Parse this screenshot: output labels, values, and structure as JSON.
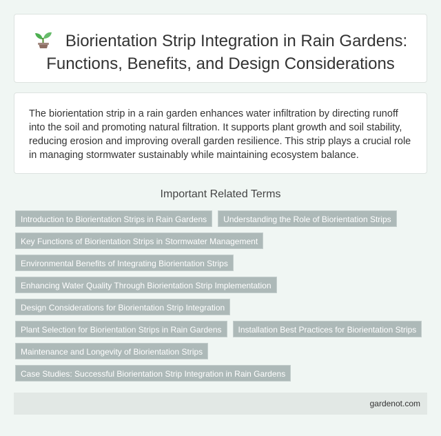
{
  "header": {
    "icon": "sprout-icon",
    "title_line1": "Biorientation Strip Integration in Rain Gardens:",
    "title_line2": "Functions, Benefits, and Design Considerations"
  },
  "description": "The biorientation strip in a rain garden enhances water infiltration by directing runoff into the soil and promoting natural filtration. It supports plant growth and soil stability, reducing erosion and improving overall garden resilience. This strip plays a crucial role in managing stormwater sustainably while maintaining ecosystem balance.",
  "related": {
    "heading": "Important Related Terms",
    "tags": [
      "Introduction to Biorientation Strips in Rain Gardens",
      "Understanding the Role of Biorientation Strips",
      "Key Functions of Biorientation Strips in Stormwater Management",
      "Environmental Benefits of Integrating Biorientation Strips",
      "Enhancing Water Quality Through Biorientation Strip Implementation",
      "Design Considerations for Biorientation Strip Integration",
      "Plant Selection for Biorientation Strips in Rain Gardens",
      "Installation Best Practices for Biorientation Strips",
      "Maintenance and Longevity of Biorientation Strips",
      "Case Studies: Successful Biorientation Strip Integration in Rain Gardens"
    ]
  },
  "footer": {
    "site": "gardenot.com"
  },
  "colors": {
    "background": "#f0f6f3",
    "tag": "#adb9b8",
    "footer": "#e2e8e5"
  }
}
